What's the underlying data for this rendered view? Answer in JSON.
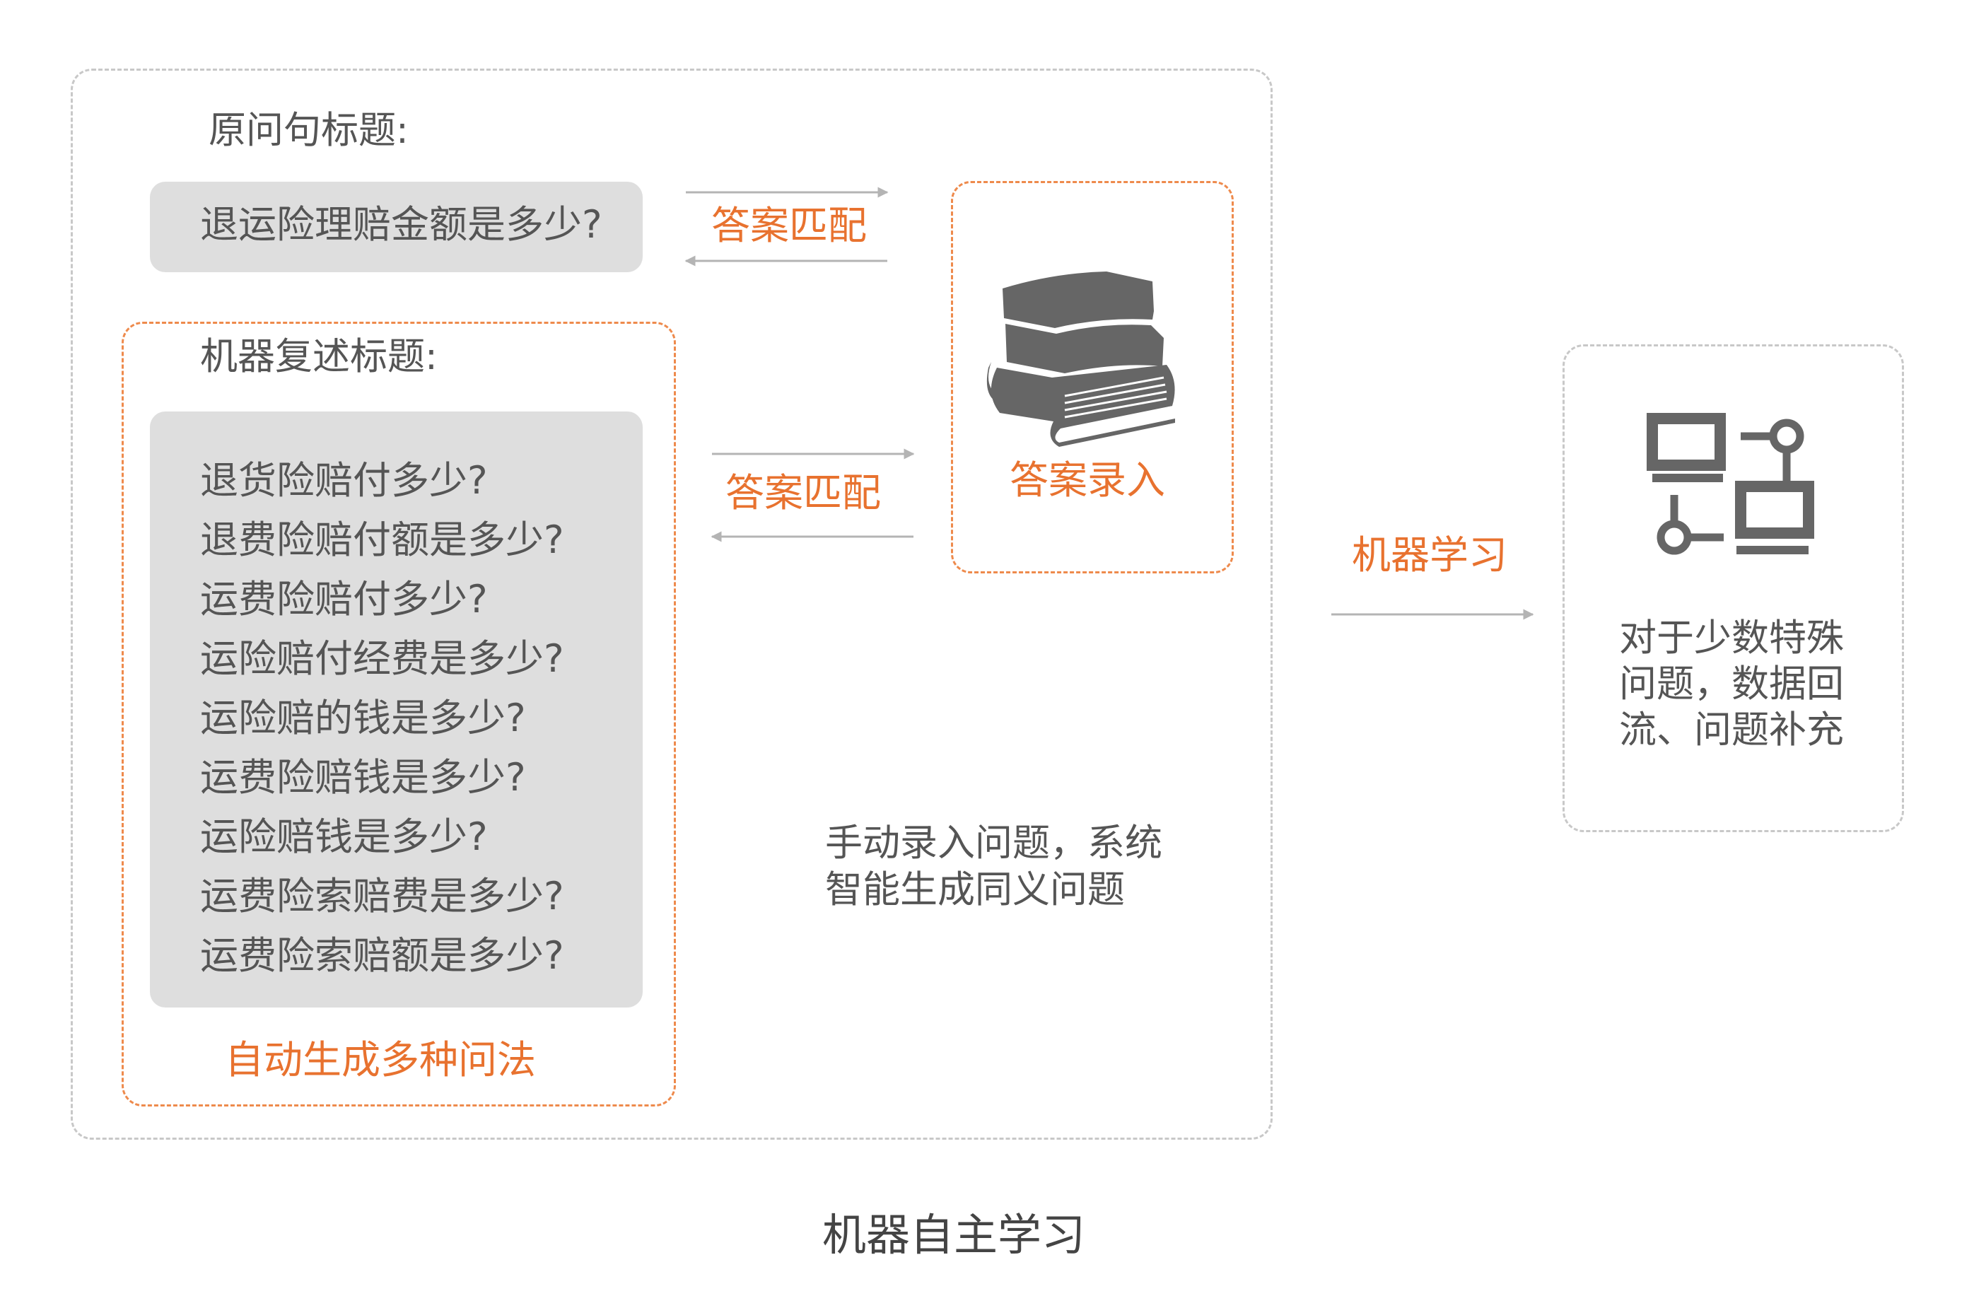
{
  "colors": {
    "accent": "#e8722f",
    "text": "#555555",
    "pill": "#dedede",
    "dashed_gray": "#c8c8c8",
    "dashed_orange": "#ee8a4c",
    "icon": "#666666",
    "arrow": "#b4b4b4"
  },
  "original": {
    "label": "原问句标题:",
    "question": "退运险理赔金额是多少?"
  },
  "rephrased": {
    "label": "机器复述标题:",
    "questions": [
      "退货险赔付多少?",
      "退费险赔付额是多少?",
      "运费险赔付多少?",
      "运险赔付经费是多少?",
      "运险赔的钱是多少?",
      "运费险赔钱是多少?",
      "运险赔钱是多少?",
      "运费险索赔费是多少?",
      "运费险索赔额是多少?"
    ],
    "footer": "自动生成多种问法"
  },
  "answer_match_1": "答案匹配",
  "answer_match_2": "答案匹配",
  "answer_entry": {
    "label": "答案录入",
    "icon": "books-icon"
  },
  "manual_note": [
    "手动录入问题，系统",
    "智能生成同义问题"
  ],
  "machine_learning": "机器学习",
  "side": {
    "icon": "network-icon",
    "text": [
      "对于少数特殊",
      "问题，数据回",
      "流、问题补充"
    ]
  },
  "caption": "机器自主学习"
}
